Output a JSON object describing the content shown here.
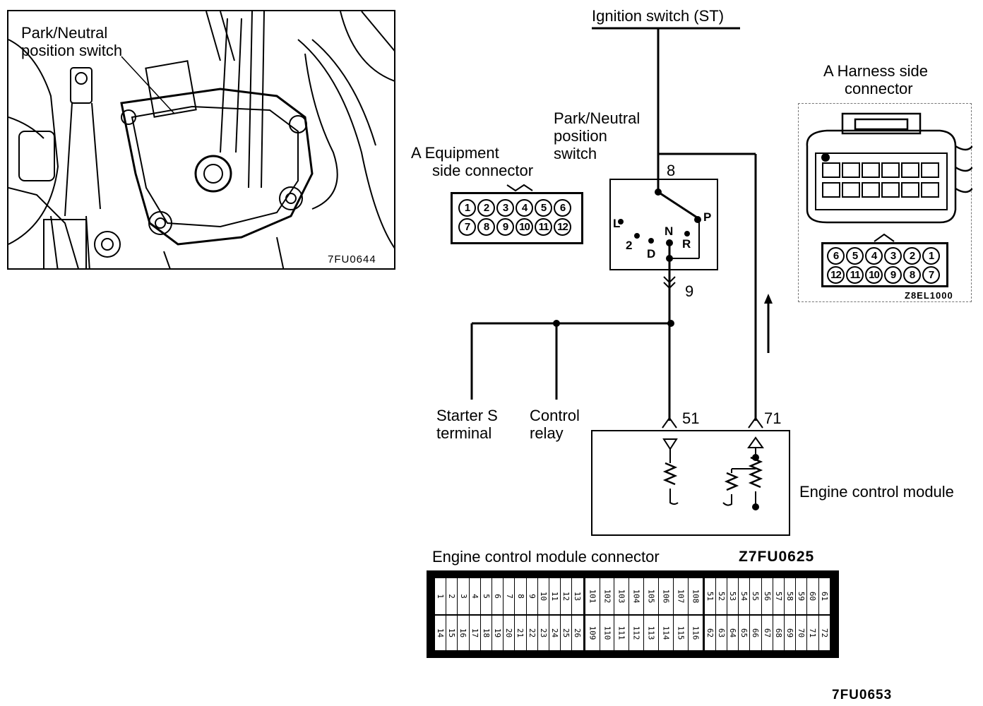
{
  "photo": {
    "label_line1": "Park/Neutral",
    "label_line2": "position switch",
    "code": "7FU0644"
  },
  "ignition": {
    "label": "Ignition switch (ST)"
  },
  "switch": {
    "label_line1": "Park/Neutral",
    "label_line2": "position",
    "label_line3": "switch",
    "pin_top": "8",
    "pin_bottom": "9",
    "positions": {
      "L": "L",
      "two": "2",
      "D": "D",
      "N": "N",
      "R": "R",
      "P": "P"
    }
  },
  "equipment_connector": {
    "label_line1": "A  Equipment",
    "label_line2": "side  connector",
    "row1": [
      "1",
      "2",
      "3",
      "4",
      "5",
      "6"
    ],
    "row2": [
      "7",
      "8",
      "9",
      "10",
      "11",
      "12"
    ]
  },
  "harness_connector": {
    "label_line1": "A  Harness side",
    "label_line2": "connector",
    "row1": [
      "6",
      "5",
      "4",
      "3",
      "2",
      "1"
    ],
    "row2": [
      "12",
      "11",
      "10",
      "9",
      "8",
      "7"
    ],
    "code": "Z8EL1000"
  },
  "outputs": {
    "starter_line1": "Starter  S",
    "starter_line2": "terminal",
    "relay_line1": "Control",
    "relay_line2": "relay"
  },
  "ecm": {
    "label": "Engine control module",
    "terminal_a": "51",
    "terminal_b": "71"
  },
  "ecm_connector": {
    "label": "Engine control module connector",
    "code": "Z7FU0625",
    "top_row": [
      "1",
      "2",
      "3",
      "4",
      "5",
      "6",
      "7",
      "8",
      "9",
      "10",
      "11",
      "12",
      "13",
      "101",
      "102",
      "103",
      "104",
      "105",
      "106",
      "107",
      "108",
      "51",
      "52",
      "53",
      "54",
      "55",
      "56",
      "57",
      "58",
      "59",
      "60",
      "61"
    ],
    "bottom_row": [
      "14",
      "15",
      "16",
      "17",
      "18",
      "19",
      "20",
      "21",
      "22",
      "23",
      "24",
      "25",
      "26",
      "109",
      "110",
      "111",
      "112",
      "113",
      "114",
      "115",
      "116",
      "62",
      "63",
      "64",
      "65",
      "66",
      "67",
      "68",
      "69",
      "70",
      "71",
      "72"
    ]
  },
  "figure_code": "7FU0653"
}
